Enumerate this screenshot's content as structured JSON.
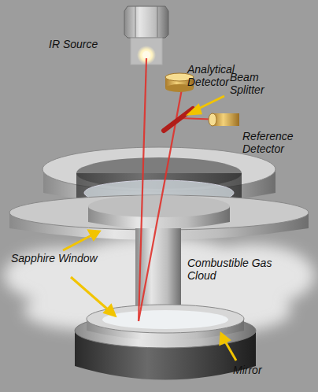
{
  "diagram": {
    "labels": [
      "IR Source",
      "Analytical Detector",
      "Beam Splitter",
      "Reference Detector",
      "Combustible Gas Cloud",
      "Sapphire Window",
      "Mirror"
    ]
  }
}
